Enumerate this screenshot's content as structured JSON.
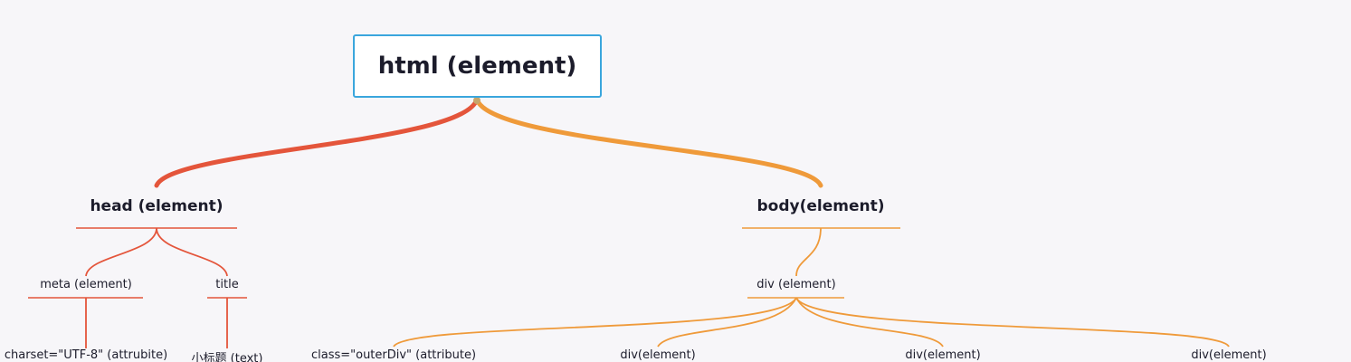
{
  "diagram": {
    "root": {
      "label": "html (element)"
    },
    "head": {
      "label": "head (element)",
      "color": "#e4553b"
    },
    "body": {
      "label": "body(element)",
      "color": "#ef9a3a"
    },
    "meta": {
      "label": "meta  (element)"
    },
    "title": {
      "label": "title"
    },
    "charset": {
      "label": "charset=\"UTF-8\" (attrubite)"
    },
    "title_text": {
      "label": "小标题  (text)"
    },
    "div_outer": {
      "label": "div (element)"
    },
    "class_attr": {
      "label": "class=\"outerDiv\" (attribute)"
    },
    "div_child_1": {
      "label": "div(element)"
    },
    "div_child_2": {
      "label": "div(element)"
    },
    "div_child_3": {
      "label": "div(element)"
    }
  }
}
